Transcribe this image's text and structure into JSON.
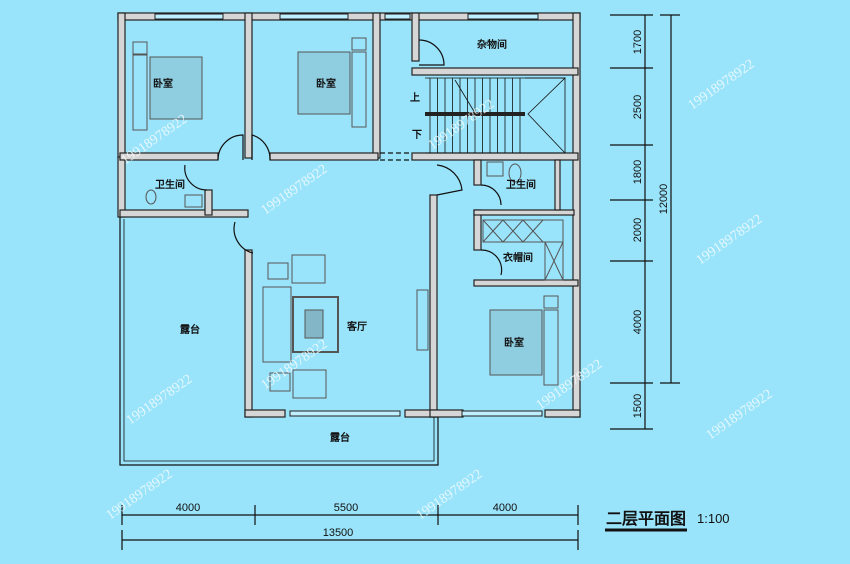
{
  "drawing": {
    "title": "二层平面图",
    "scale": "1:100",
    "watermark": "19918978922"
  },
  "rooms": {
    "bedroom_1": "卧室",
    "bedroom_2": "卧室",
    "bedroom_3": "卧室",
    "storage": "杂物间",
    "bathroom_left": "卫生间",
    "bathroom_right": "卫生间",
    "closet": "衣帽间",
    "living_room": "客厅",
    "terrace_left": "露台",
    "terrace_bottom": "露台"
  },
  "stairs": {
    "up": "上",
    "down": "下"
  },
  "dimensions": {
    "horizontal": [
      "4000",
      "5500",
      "4000"
    ],
    "horizontal_total": "13500",
    "vertical": [
      "1700",
      "2500",
      "1800",
      "2000",
      "4000",
      "1500"
    ],
    "vertical_total": "12000"
  },
  "colors": {
    "background": "#9ae4fb",
    "wall": "#d6d6d6",
    "line": "#111111"
  }
}
